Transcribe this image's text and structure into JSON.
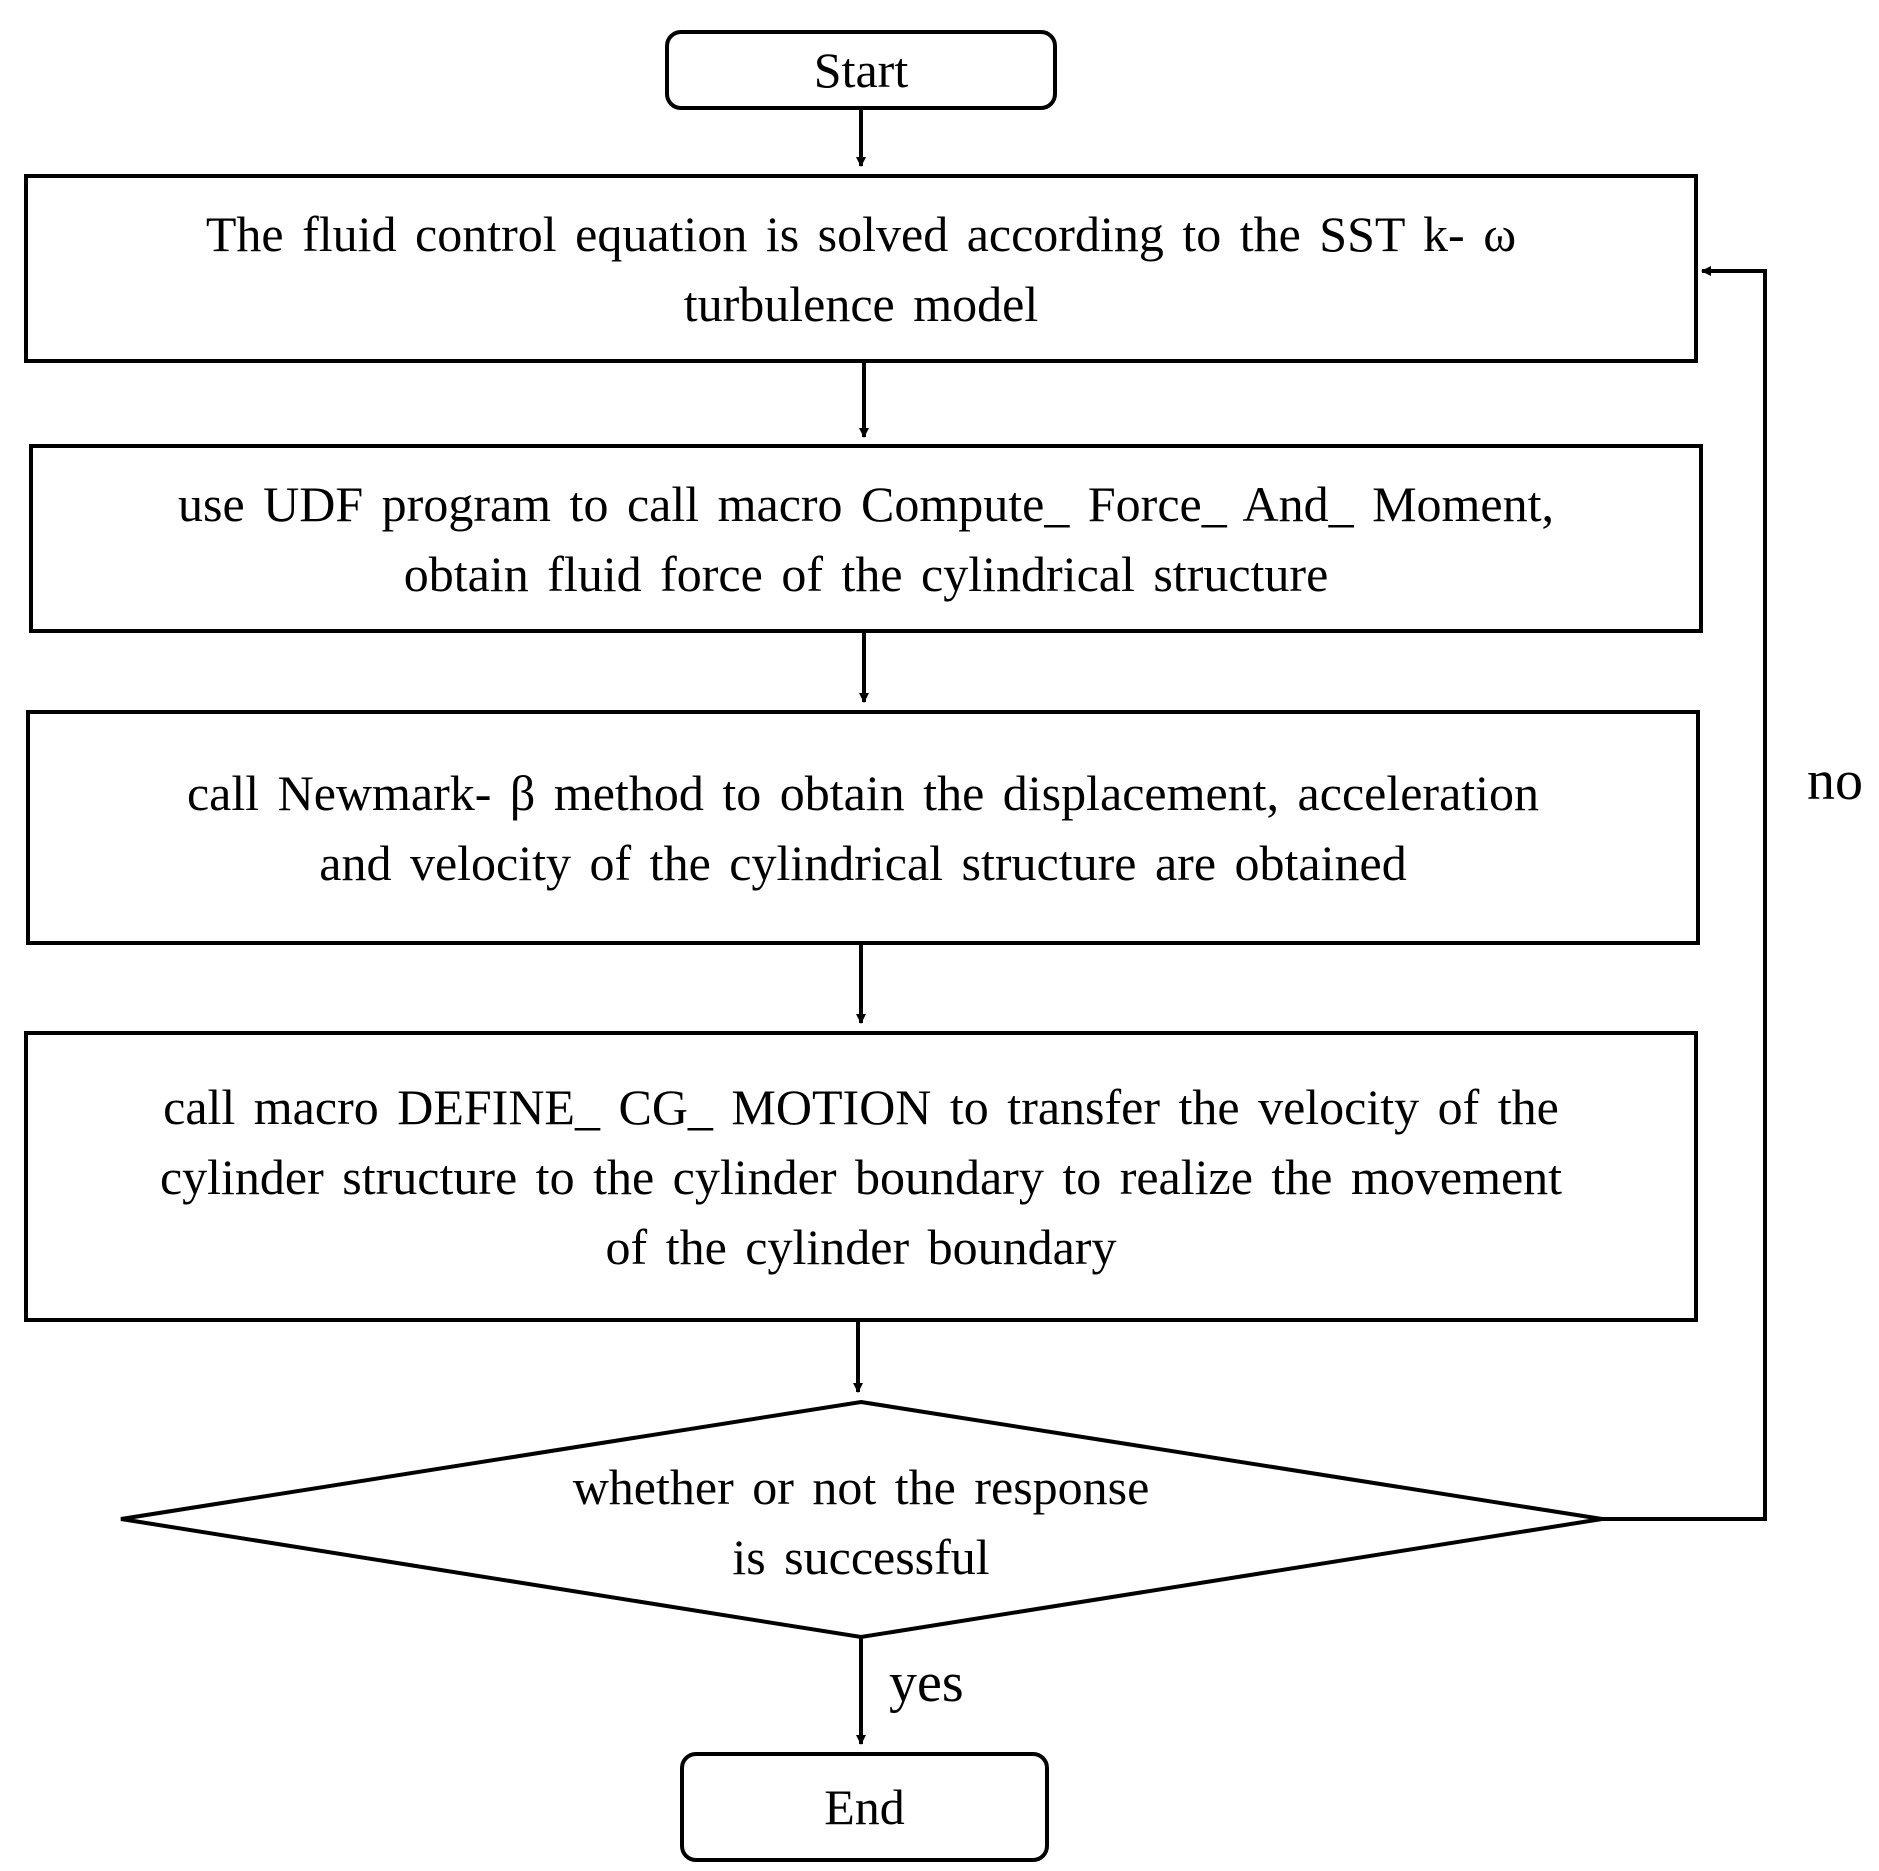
{
  "flowchart": {
    "start": "Start",
    "step1": {
      "line1": "The fluid control equation is solved according to the SST k- ω",
      "line2": "turbulence model"
    },
    "step2": {
      "line1": "use UDF program to call macro Compute_ Force_ And_ Moment,",
      "line2": "obtain fluid force of the cylindrical structure"
    },
    "step3": {
      "line1": "call Newmark- β method to obtain the displacement, acceleration",
      "line2": "and velocity of the cylindrical structure are obtained"
    },
    "step4": {
      "line1": "call macro DEFINE_ CG_ MOTION to transfer the velocity of the",
      "line2": "cylinder structure to the cylinder boundary to realize the movement",
      "line3": "of the cylinder boundary"
    },
    "decision": {
      "line1": "whether or not the response",
      "line2": "is successful"
    },
    "end": "End",
    "edge_labels": {
      "no": "no",
      "yes": "yes"
    }
  }
}
